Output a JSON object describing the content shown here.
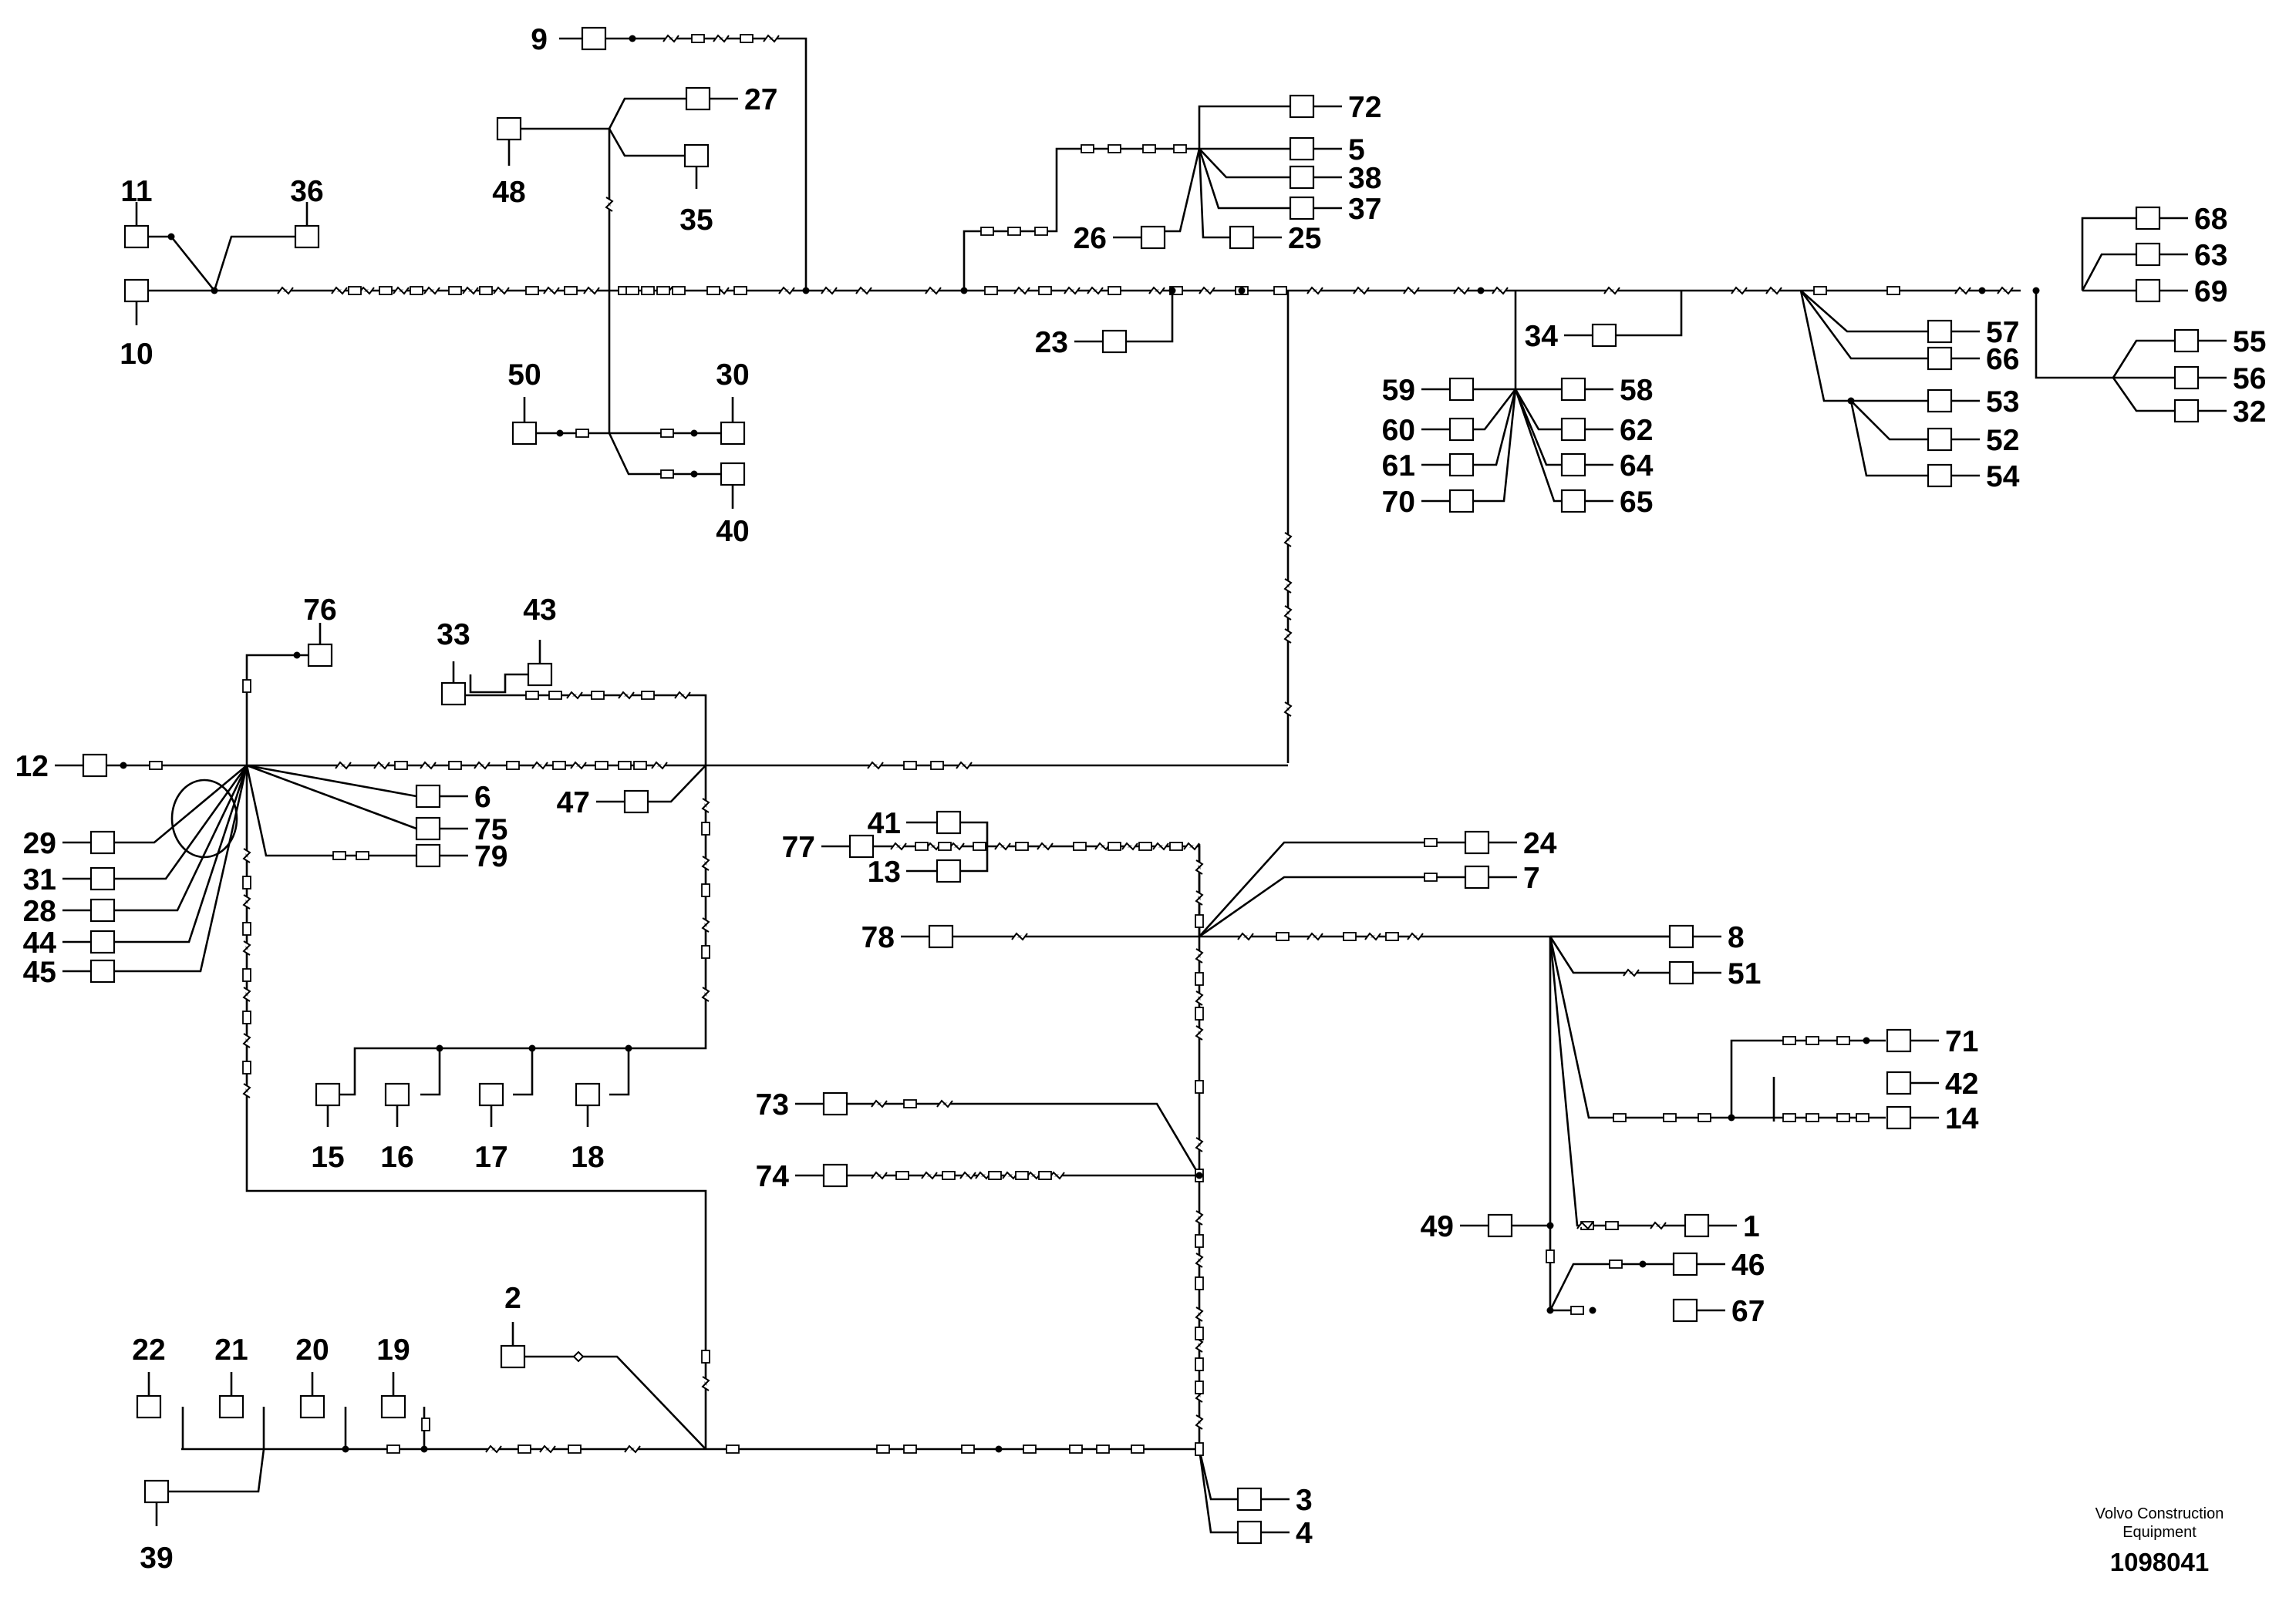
{
  "labels": [
    "1",
    "2",
    "3",
    "4",
    "5",
    "6",
    "7",
    "8",
    "9",
    "10",
    "11",
    "12",
    "13",
    "14",
    "15",
    "16",
    "17",
    "18",
    "19",
    "20",
    "21",
    "22",
    "23",
    "24",
    "25",
    "26",
    "27",
    "28",
    "29",
    "30",
    "31",
    "32",
    "33",
    "34",
    "35",
    "36",
    "37",
    "38",
    "39",
    "40",
    "41",
    "42",
    "43",
    "44",
    "45",
    "46",
    "47",
    "48",
    "49",
    "50",
    "51",
    "52",
    "53",
    "54",
    "55",
    "56",
    "57",
    "58",
    "59",
    "60",
    "61",
    "62",
    "63",
    "64",
    "65",
    "66",
    "67",
    "68",
    "69",
    "70",
    "71",
    "72",
    "73",
    "74",
    "75",
    "76",
    "77",
    "78",
    "79"
  ],
  "footer": {
    "company_line1": "Volvo Construction",
    "company_line2": "Equipment",
    "drawing_number": "1098041"
  }
}
